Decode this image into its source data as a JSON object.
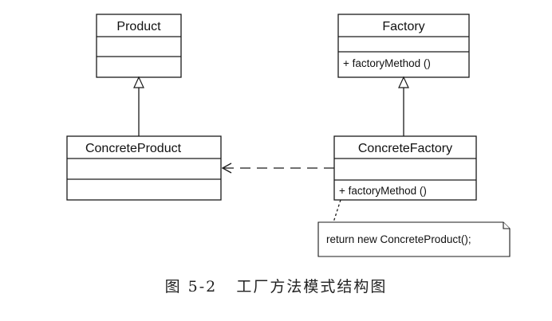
{
  "classes": {
    "product": {
      "name": "Product"
    },
    "factory": {
      "name": "Factory",
      "operation": "+  factoryMethod ()"
    },
    "concrete_product": {
      "name": "ConcreteProduct"
    },
    "concrete_factory": {
      "name": "ConcreteFactory",
      "operation": "+  factoryMethod ()"
    }
  },
  "note": {
    "text": "return new ConcreteProduct();"
  },
  "caption": "图 5-2   工厂方法模式结构图"
}
